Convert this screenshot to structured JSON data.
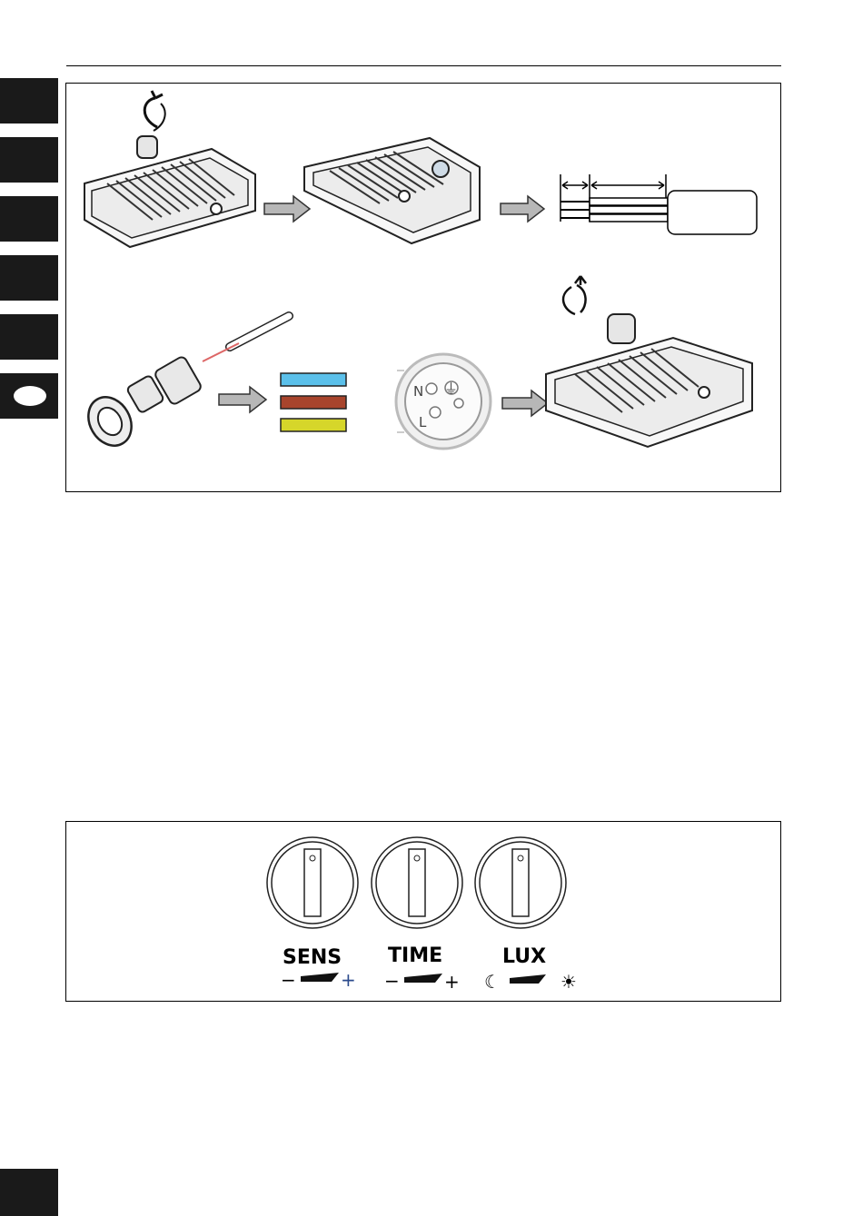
{
  "side_tabs": {
    "count": 6,
    "active_index": 5
  },
  "figure_install": {
    "steps": [
      "rotate-open-icon",
      "cable-gland-icon",
      "strip-wire-icon",
      "connector-icon",
      "terminal-icon",
      "rotate-close-icon"
    ],
    "wire_colors": [
      {
        "name": "blue",
        "hex": "#5bc0ea"
      },
      {
        "name": "brown",
        "hex": "#a8442c"
      },
      {
        "name": "yellow-green",
        "hex": "#d6d62a"
      }
    ],
    "terminal_pins": [
      "N",
      "L",
      "⏚"
    ],
    "arrow_color": "#b7b7b7"
  },
  "figure_controls": {
    "knobs": [
      {
        "label": "SENS",
        "min_symbol": "−",
        "max_symbol": "+"
      },
      {
        "label": "TIME",
        "min_symbol": "−",
        "max_symbol": "+"
      },
      {
        "label": "LUX",
        "min_symbol": "☾",
        "max_symbol": "☀"
      }
    ]
  }
}
